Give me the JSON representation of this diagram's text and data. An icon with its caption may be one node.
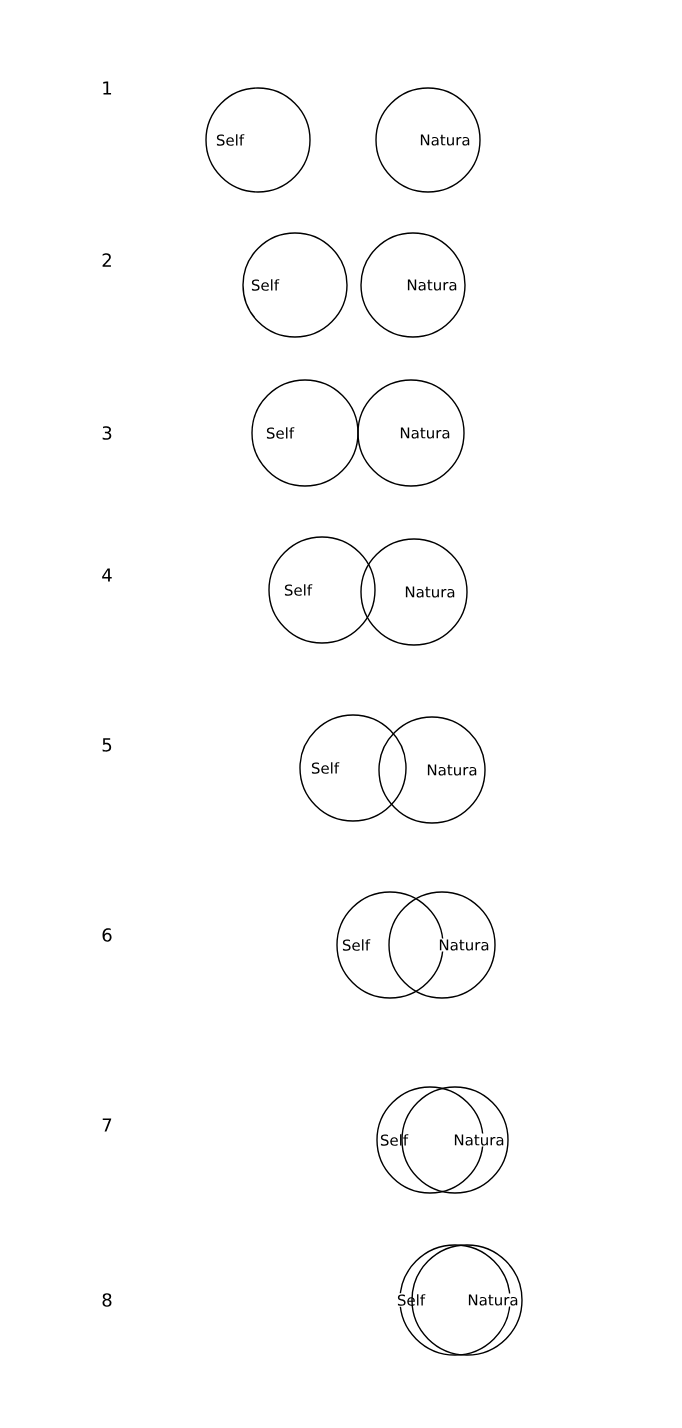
{
  "diagram": {
    "nodes": [
      {
        "text": [
          "Self"
        ]
      },
      {
        "text": [
          "Natura"
        ]
      },
      {
        "text": [
          "Self"
        ]
      },
      {
        "text": [
          "Natura"
        ]
      },
      {
        "text": [
          "Self"
        ]
      },
      {
        "text": [
          "Natura"
        ]
      },
      {
        "text": [
          "Self"
        ]
      },
      {
        "text": [
          "Natura"
        ]
      },
      {
        "text": [
          "Self"
        ]
      },
      {
        "text": [
          "Natura"
        ]
      },
      {
        "text": [
          "Self"
        ]
      },
      {
        "text": [
          "Natura"
        ]
      },
      {
        "text": [
          "Self"
        ]
      },
      {
        "text": [
          "Natura"
        ]
      },
      {
        "text": [
          "Self"
        ]
      },
      {
        "text": [
          "Natura"
        ]
      }
    ],
    "labels": [
      "1",
      "2",
      "3",
      "4",
      "5",
      "6",
      "7",
      "8"
    ]
  }
}
